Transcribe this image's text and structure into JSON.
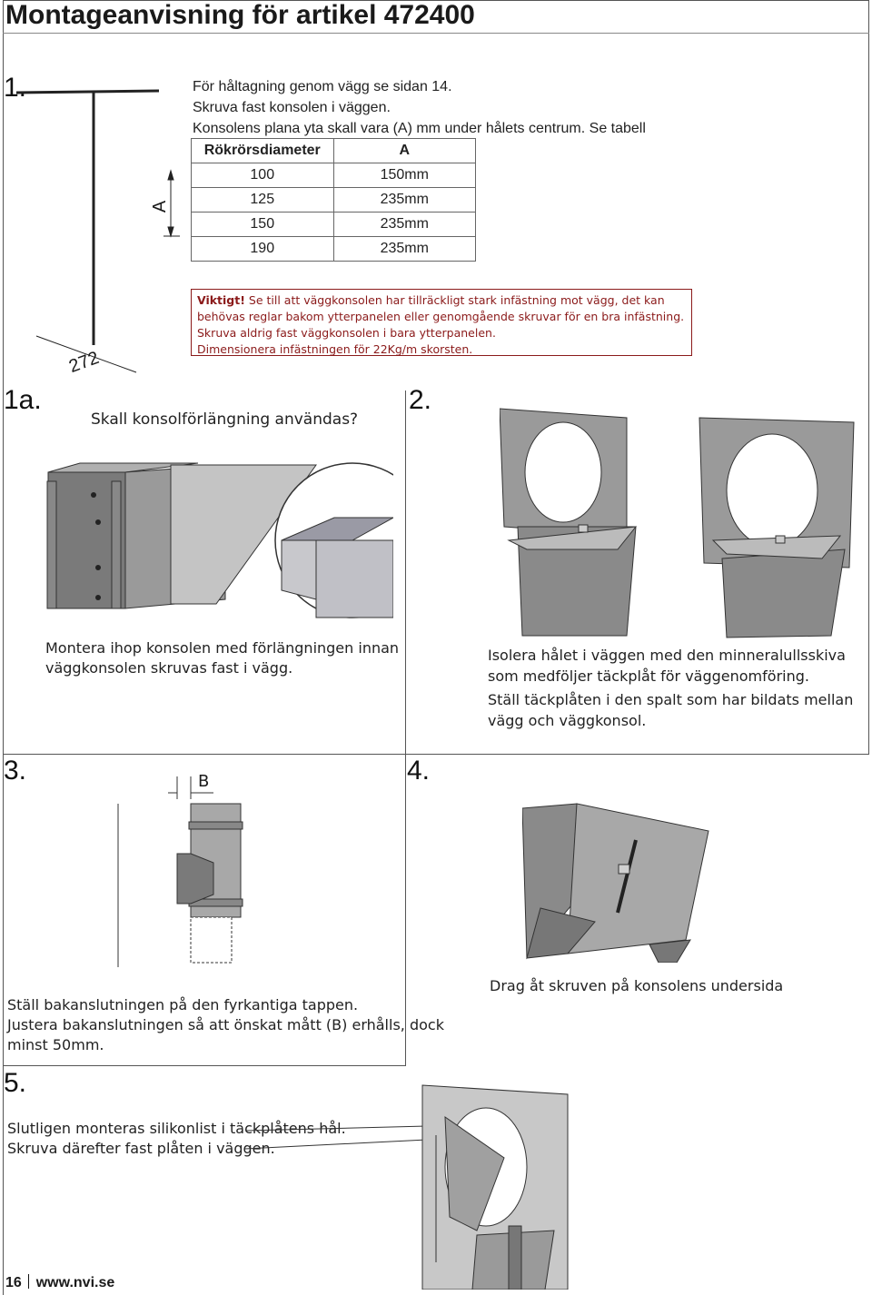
{
  "page": {
    "title": "Montageanvisning för artikel 472400"
  },
  "step1": {
    "number": "1.",
    "lines": [
      "För håltagning genom vägg se sidan 14.",
      "Skruva fast konsolen i väggen.",
      "Konsolens plana yta skall vara (A) mm under hålets centrum. Se tabell"
    ],
    "dim_label": "A",
    "dim_272": "272",
    "table": {
      "headers": [
        "Rökrörsdiameter",
        "A"
      ],
      "rows": [
        [
          "100",
          "150mm"
        ],
        [
          "125",
          "235mm"
        ],
        [
          "150",
          "235mm"
        ],
        [
          "190",
          "235mm"
        ]
      ]
    },
    "warning": {
      "prefix": "Viktigt!",
      "text": " Se till att väggkonsolen har tillräckligt stark infästning mot vägg, det kan behövas reglar bakom ytterpanelen eller genomgående skruvar för en bra infästning. Skruva aldrig fast väggkonsolen i bara ytterpanelen.",
      "text2": "Dimensionera infästningen för 22Kg/m skorsten."
    }
  },
  "step1a": {
    "number": "1a.",
    "question": "Skall konsolförlängning användas?",
    "caption_line1": "Montera ihop konsolen med förlängningen innan",
    "caption_line2": "väggkonsolen skruvas fast i vägg."
  },
  "step2": {
    "number": "2.",
    "caption_line1": "Isolera hålet i väggen med den minneralullsskiva",
    "caption_line2": "som medföljer täckplåt för väggenomföring.",
    "caption_line3": "Ställ täckplåten i den spalt som har bildats mellan",
    "caption_line4": "vägg och väggkonsol."
  },
  "step3": {
    "number": "3.",
    "dim_label": "B",
    "caption_line1": "Ställ bakanslutningen på den fyrkantiga tappen.",
    "caption_line2": "Justera bakanslutningen så att önskat mått (B) erhålls, dock",
    "caption_line3": "minst 50mm."
  },
  "step4": {
    "number": "4.",
    "caption": "Drag åt skruven på konsolens undersida"
  },
  "step5": {
    "number": "5.",
    "caption_line1": "Slutligen monteras silikonlist i täckplåtens hål.",
    "caption_line2": "Skruva därefter fast plåten i väggen."
  },
  "footer": {
    "page_number": "16",
    "website": "www.nvi.se"
  }
}
